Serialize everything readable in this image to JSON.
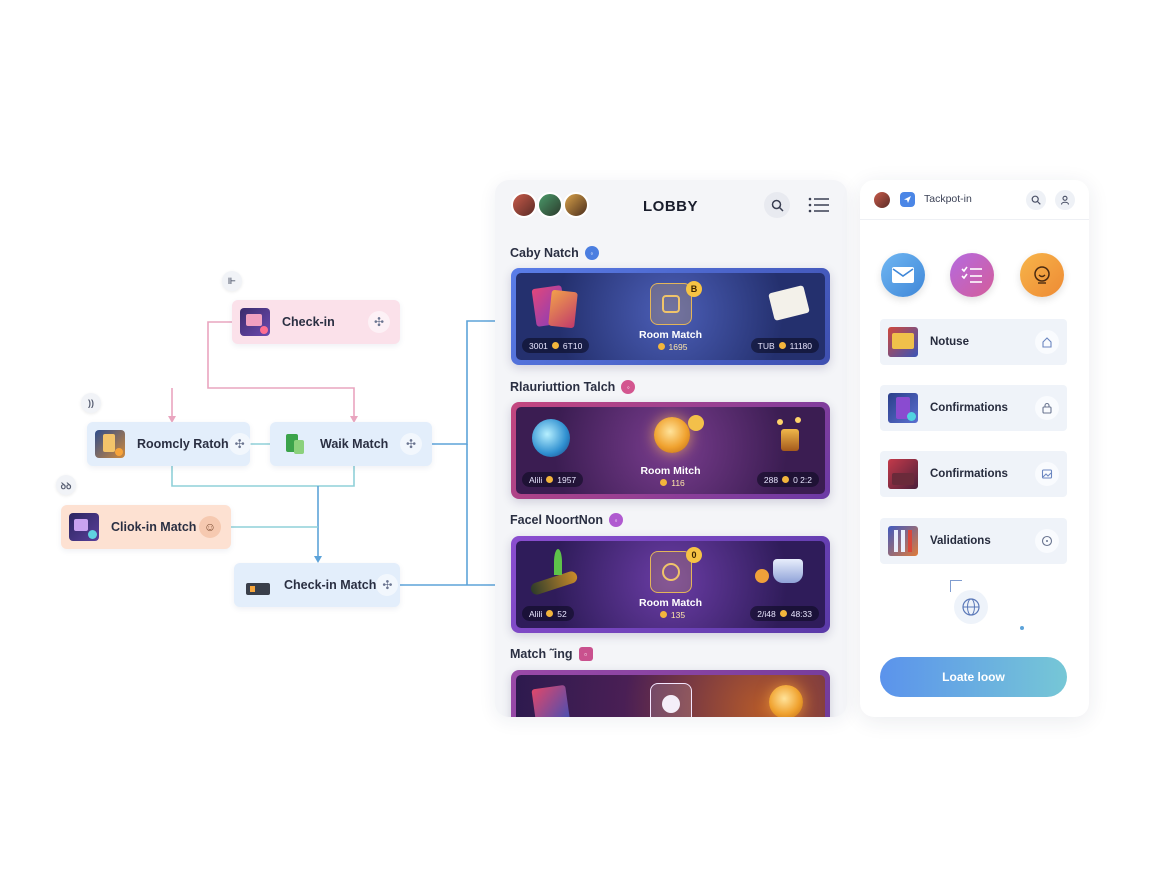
{
  "flow": {
    "markers": [
      "⊩",
      "))",
      "ꝺꝺ"
    ],
    "nodes": [
      {
        "id": "checkin",
        "label": "Check-in",
        "action_icon": "✣"
      },
      {
        "id": "roomcly",
        "label": "Roomcly Ratoh",
        "action_icon": "✣"
      },
      {
        "id": "waik",
        "label": "Waik Match",
        "action_icon": "✣"
      },
      {
        "id": "cliokin",
        "label": "Cliok-in Match",
        "action_icon": "☺"
      },
      {
        "id": "checkinmatch",
        "label": "Check-in Match",
        "action_icon": "✣"
      }
    ],
    "colors": {
      "pink_line": "#e9a5bf",
      "blue_line": "#5da3d9",
      "teal_line": "#8fd0d8"
    }
  },
  "lobby": {
    "title": "LOBBY",
    "sections": [
      {
        "title": "Caby Natch",
        "icon_color": "#4b7ee0",
        "card": {
          "center_label": "Room Match",
          "center_sub": "1695",
          "badge": "B",
          "left_stat": "3001",
          "left_stat_value": "6T10",
          "right_stat": "TUB",
          "right_stat_value": "11180"
        }
      },
      {
        "title": "Rlauriuttion Talch",
        "icon_color": "#d3568f",
        "card": {
          "center_label": "Room Mitch",
          "center_sub": "116",
          "badge": "",
          "left_stat": "Alili",
          "left_stat_value": "1957",
          "right_stat": "288",
          "right_stat_value": "0 2:2"
        }
      },
      {
        "title": "Facel NoortNon",
        "icon_color": "#b05ad0",
        "card": {
          "center_label": "Room Match",
          "center_sub": "135",
          "badge": "0",
          "left_stat": "Alili",
          "left_stat_value": "52",
          "right_stat": "2/i48",
          "right_stat_value": "48:33"
        }
      },
      {
        "title": "Match ˜ing",
        "icon_color": "#c9518e",
        "card": {
          "center_label": "",
          "center_sub": "",
          "badge": "",
          "left_stat": "",
          "left_stat_value": "",
          "right_stat": "",
          "right_stat_value": ""
        }
      }
    ]
  },
  "jackpot": {
    "title": "Tackpot-in",
    "top_icons": [
      "mail-icon",
      "checklist-icon",
      "support-icon"
    ],
    "items": [
      {
        "label": "Notuse",
        "action_icon": "home-icon"
      },
      {
        "label": "Confirmations",
        "action_icon": "lock-icon"
      },
      {
        "label": "Confirmations",
        "action_icon": "image-icon"
      },
      {
        "label": "Validations",
        "action_icon": "info-icon"
      }
    ],
    "cta_label": "Loate loow"
  }
}
